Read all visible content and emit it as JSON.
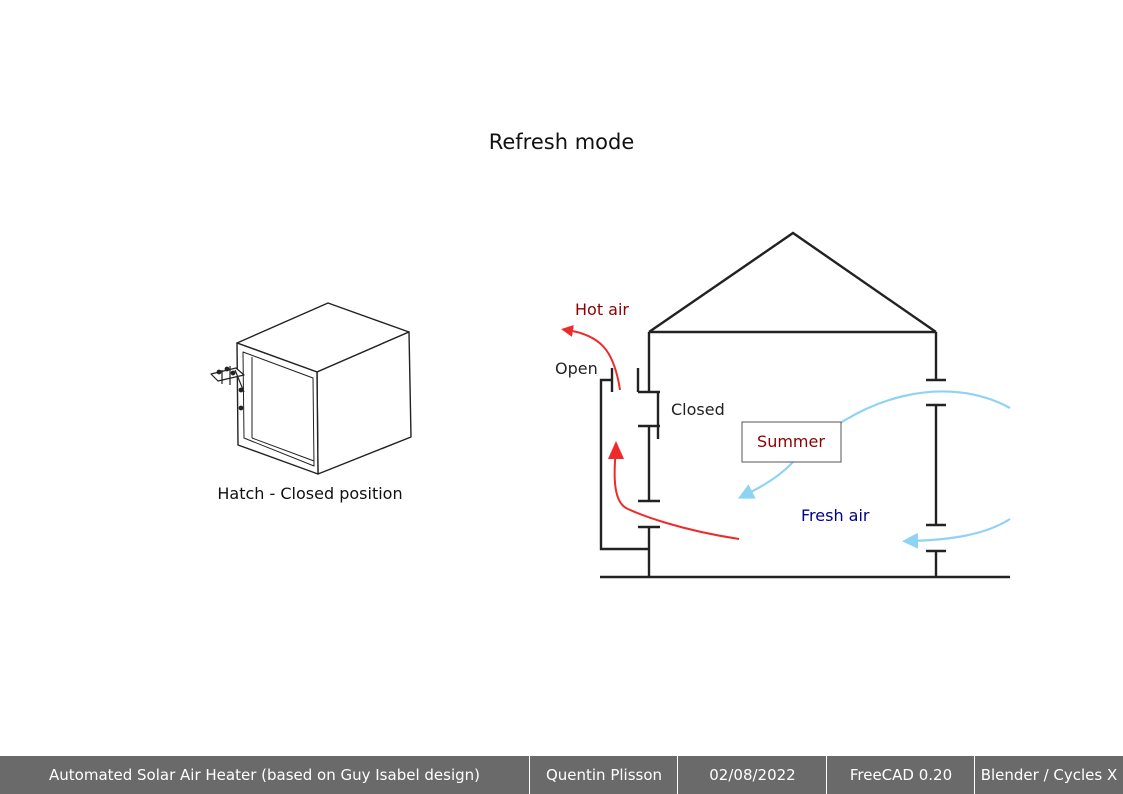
{
  "title": "Refresh mode",
  "hatch": {
    "caption": "Hatch - Closed position"
  },
  "airflow": {
    "hot_air": "Hot air",
    "open": "Open",
    "closed": "Closed",
    "summer": "Summer",
    "fresh_air": "Fresh air"
  },
  "footer": {
    "project": "Automated Solar Air Heater (based on Guy Isabel design)",
    "author": "Quentin Plisson",
    "date": "02/08/2022",
    "cad": "FreeCAD 0.20",
    "render": "Blender / Cycles X"
  },
  "colors": {
    "hot_air": "#ee2a2a",
    "hot_air_text": "#8b0000",
    "fresh_air": "#8fd3f4",
    "fresh_air_text": "#00008b",
    "summer_text": "#8b0000",
    "footer_bg": "#6a6a6a"
  }
}
